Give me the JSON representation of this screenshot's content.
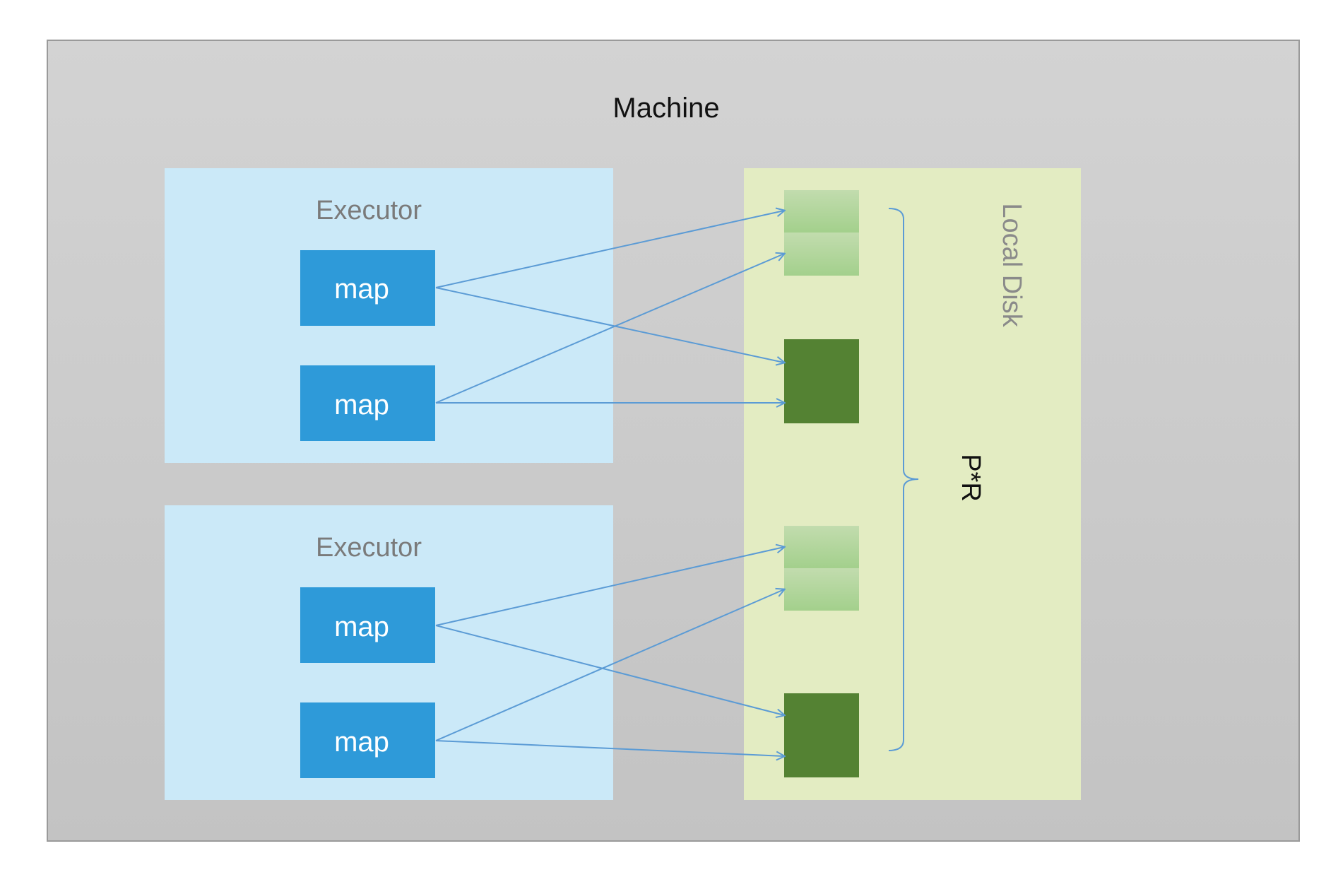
{
  "machine": {
    "label": "Machine"
  },
  "executors": [
    {
      "label": "Executor",
      "tasks": [
        {
          "label": "map"
        },
        {
          "label": "map"
        }
      ]
    },
    {
      "label": "Executor",
      "tasks": [
        {
          "label": "map"
        },
        {
          "label": "map"
        }
      ]
    }
  ],
  "local_disk": {
    "label": "Local Disk"
  },
  "brace": {
    "label": "P*R"
  },
  "colors": {
    "machine_fill": "#c8c8c8",
    "executor_fill": "#cbe9f8",
    "map_fill": "#2e9ad9",
    "disk_fill": "#e3ecc2",
    "file_light": "#a9d393",
    "file_dark": "#548233",
    "arrow": "#5b9bd5"
  }
}
